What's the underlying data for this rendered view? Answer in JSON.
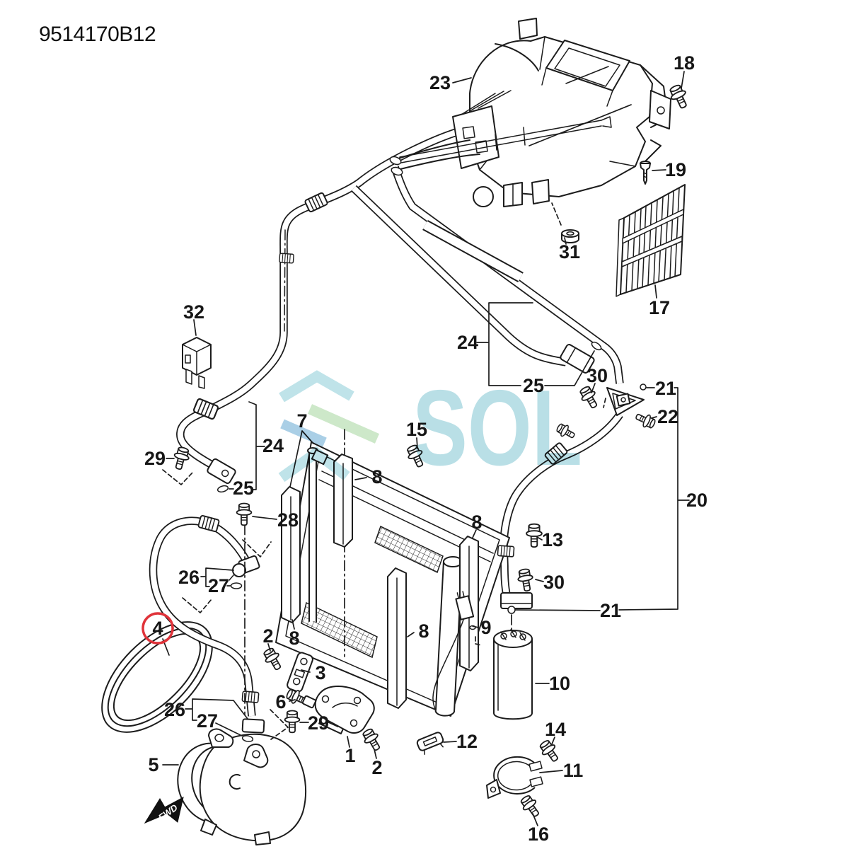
{
  "header": {
    "part_number": "9514170B12"
  },
  "watermark": {
    "text": "SOL",
    "text_color": "#b9dfe6",
    "chevron_cyan": "#bfe3e9",
    "stripe_green": "#cde8c9",
    "stripe_blue": "#aacfe6"
  },
  "diagram": {
    "fwd_label": "FWD",
    "highlight_color": "#e0333a",
    "highlighted_callout": "4",
    "callouts": {
      "n1": "1",
      "n2": "2",
      "n3": "3",
      "n4": "4",
      "n5": "5",
      "n6": "6",
      "n7": "7",
      "n8": "8",
      "n9": "9",
      "n10": "10",
      "n11": "11",
      "n12": "12",
      "n13": "13",
      "n14": "14",
      "n15": "15",
      "n16": "16",
      "n17": "17",
      "n18": "18",
      "n19": "19",
      "n20": "20",
      "n21": "21",
      "n22": "22",
      "n23": "23",
      "n24": "24",
      "n25": "25",
      "n26": "26",
      "n27": "27",
      "n28": "28",
      "n29": "29",
      "n30": "30",
      "n31": "31",
      "n32": "32"
    }
  }
}
